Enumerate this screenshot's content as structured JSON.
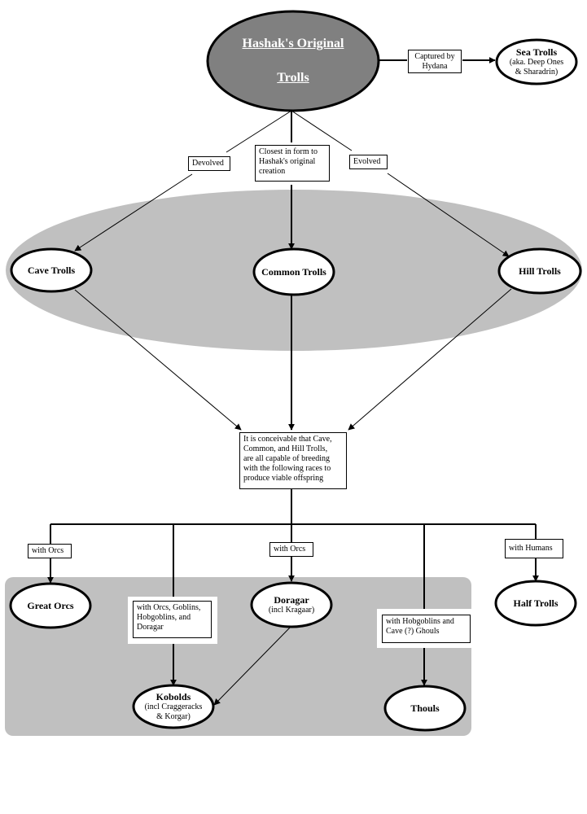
{
  "colors": {
    "root_fill": "#808080",
    "group_fill": "#c0c0c0",
    "node_fill": "#ffffff",
    "stroke": "#000000",
    "root_text": "#ffffff"
  },
  "nodes": {
    "root": {
      "line1": "Hashak's Original",
      "line2": "Trolls"
    },
    "sea_trolls": {
      "title": "Sea Trolls",
      "sub": "(aka. Deep Ones\n& Sharadrin)"
    },
    "cave_trolls": {
      "title": "Cave Trolls"
    },
    "common_trolls": {
      "title": "Common Trolls"
    },
    "hill_trolls": {
      "title": "Hill Trolls"
    },
    "great_orcs": {
      "title": "Great Orcs"
    },
    "doragar": {
      "title": "Doragar",
      "sub": "(incl Kragaar)"
    },
    "half_trolls": {
      "title": "Half Trolls"
    },
    "kobolds": {
      "title": "Kobolds",
      "sub": "(incl Craggeracks\n& Korgar)"
    },
    "thouls": {
      "title": "Thouls"
    }
  },
  "labels": {
    "captured": "Captured by\nHydana",
    "devolved": "Devolved",
    "closest": "Closest in form to\nHashak's original\n     creation",
    "evolved": "Evolved",
    "conceivable": "It is conceivable that Cave,\nCommon, and Hill Trolls,\nare all capable of breeding\nwith the following races to\nproduce viable offspring",
    "with_orcs_1": "with Orcs",
    "with_orcs_goblins": "with Orcs, Goblins,\nHobgoblins, and\nDoragar",
    "with_orcs_2": "with Orcs",
    "with_hobgoblins": "with Hobgoblins and\nCave (?) Ghouls",
    "with_humans": "with Humans"
  }
}
